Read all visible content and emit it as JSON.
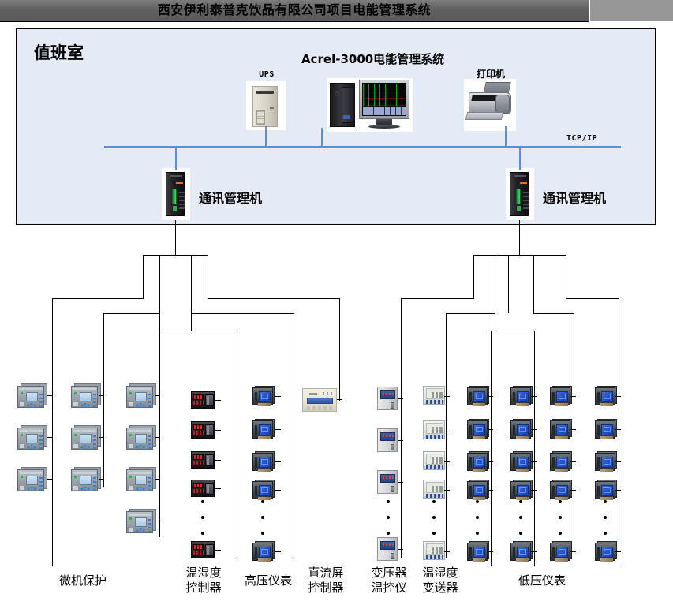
{
  "titlebar": {
    "title": "西安伊利泰普克饮品有限公司项目电能管理系统"
  },
  "control_room": {
    "title": "值班室",
    "network_label": "TCP/IP",
    "equipment": [
      {
        "name": "ups",
        "label": "UPS"
      },
      {
        "name": "workstation",
        "label": "Acrel-3000电能管理系统"
      },
      {
        "name": "printer",
        "label": "打印机"
      }
    ],
    "comm_managers": [
      {
        "name": "comm-manager-left",
        "label": "通讯管理机"
      },
      {
        "name": "comm-manager-right",
        "label": "通讯管理机"
      }
    ]
  },
  "device_groups": [
    {
      "id": "relay",
      "label": "微机保护",
      "count": 3
    },
    {
      "id": "thc",
      "label": "温湿度\n控制器",
      "count": 4
    },
    {
      "id": "hv-meter",
      "label": "高压仪表",
      "count": 4
    },
    {
      "id": "dc-ctrl",
      "label": "直流屏\n控制器",
      "count": 1
    },
    {
      "id": "tx-temp",
      "label": "变压器\n温控仪",
      "count": 3
    },
    {
      "id": "ht-sensor",
      "label": "温湿度\n变送器",
      "count": 4
    },
    {
      "id": "lv-meter",
      "label": "低压仪表",
      "count": 4
    }
  ],
  "colors": {
    "titlebar_dark": "#616161",
    "titlebar_light": "#979797",
    "panel_bg": "#e4eaf6",
    "bus_blue": "#5b8fd4",
    "wire_black": "#000000",
    "meter_blue": "#2050cc",
    "led_red": "#e8201e"
  }
}
